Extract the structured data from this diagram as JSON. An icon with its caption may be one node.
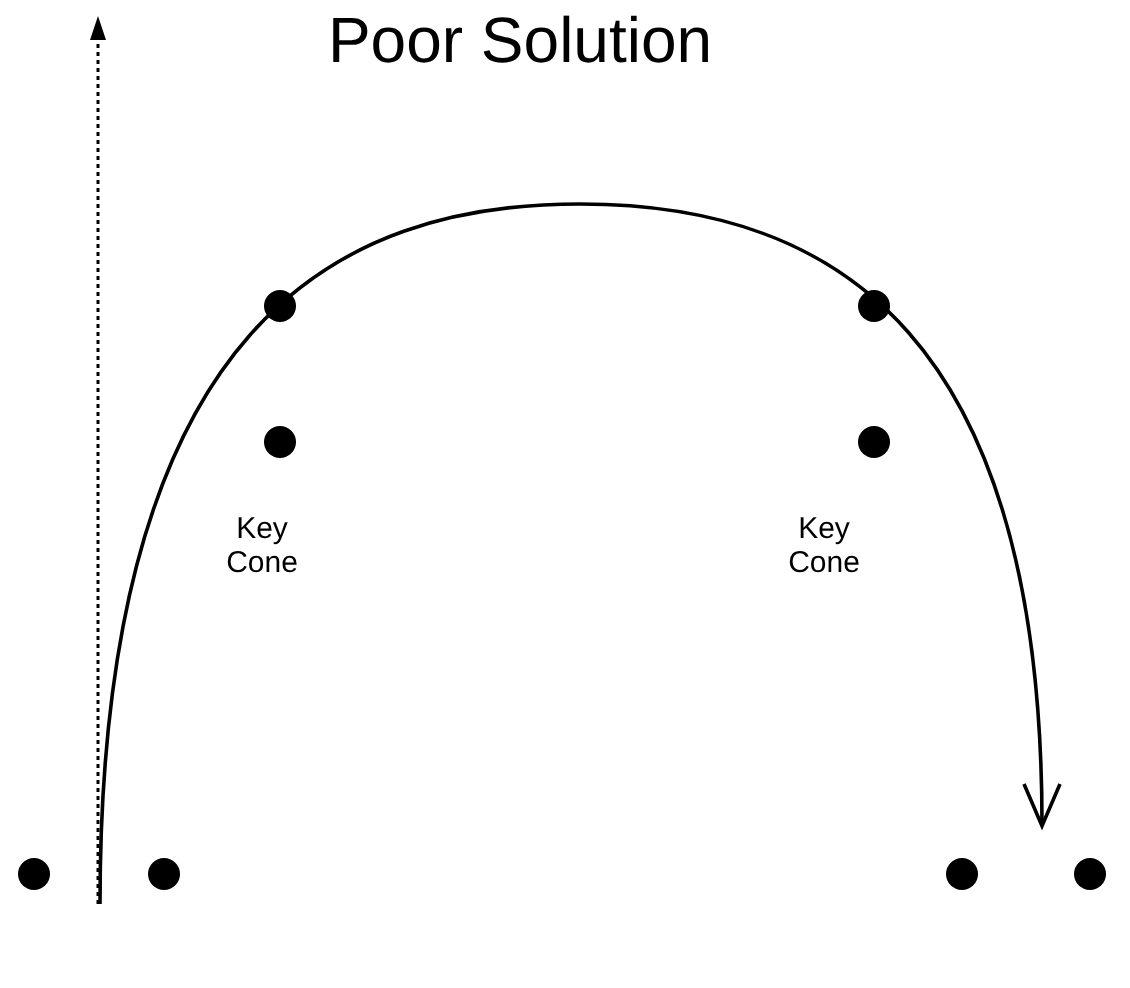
{
  "diagram": {
    "title": "Poor Solution",
    "labels": [
      "Key Cone",
      "Key Cone"
    ]
  }
}
